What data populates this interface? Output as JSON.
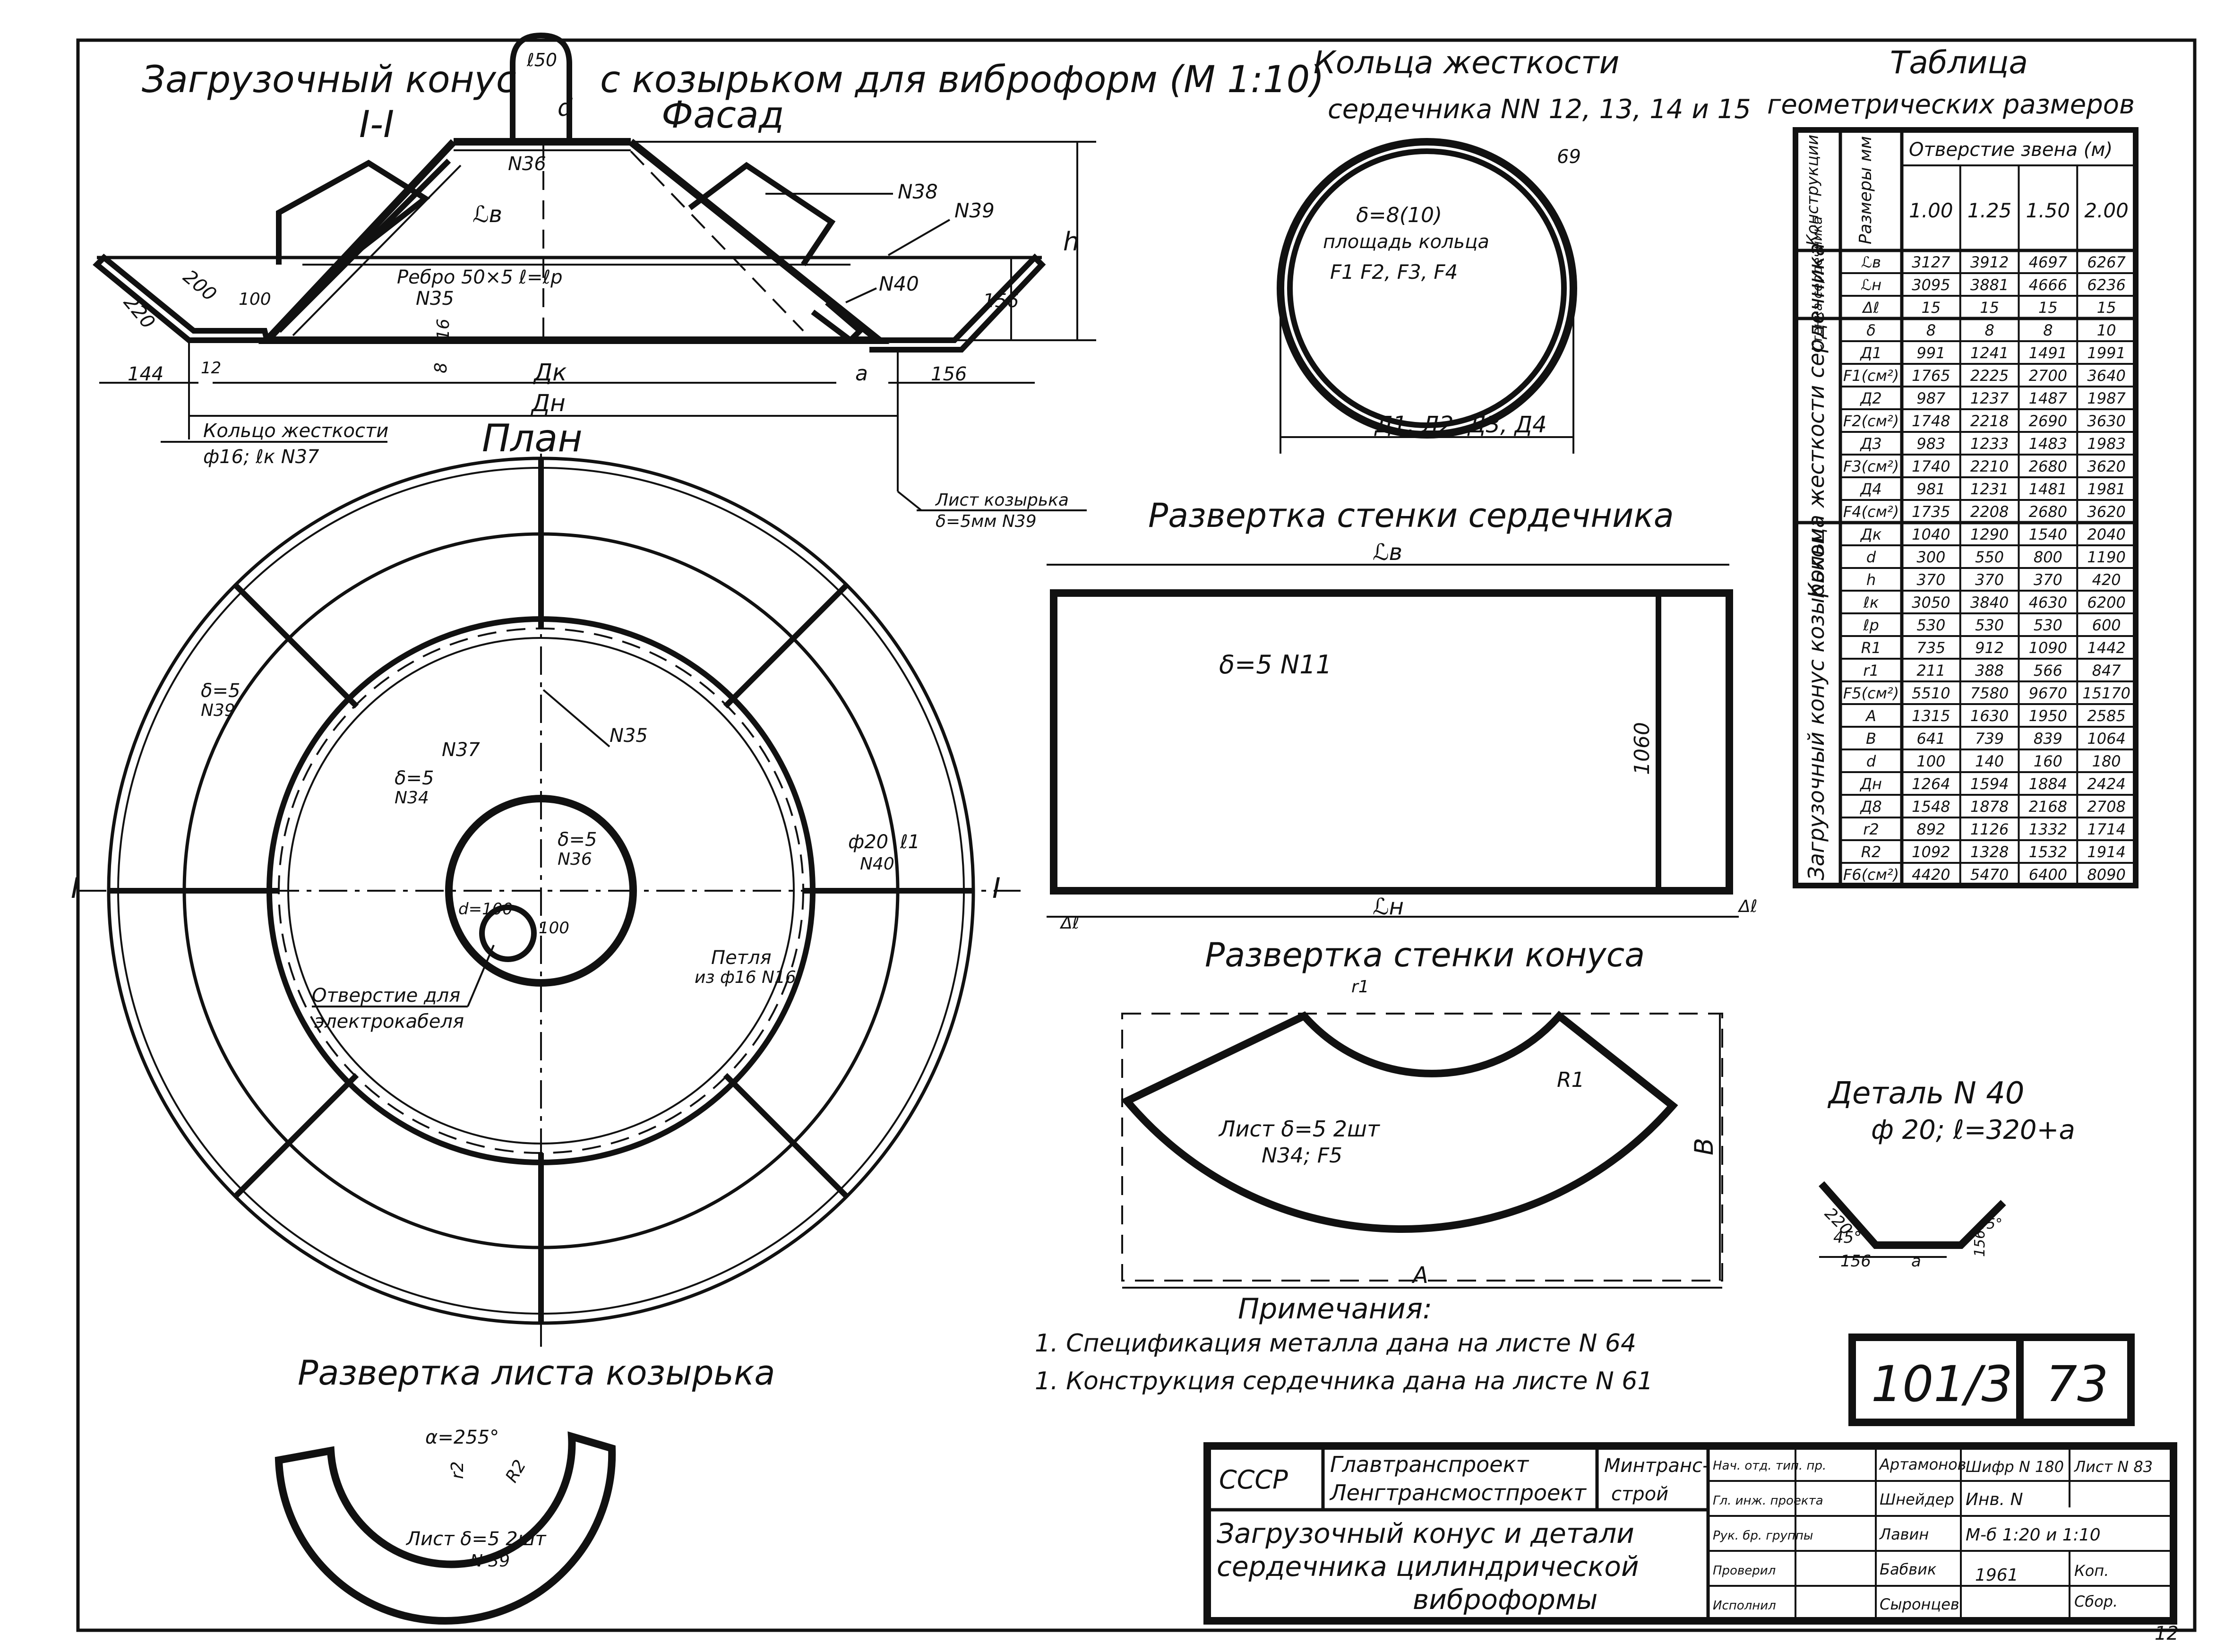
{
  "titles": {
    "cone_title": "Загрузочный конус",
    "section_label": "I-I",
    "cone_title_cont": "с козырьком для виброформ (М 1:10)",
    "facade": "Фасад",
    "rings_title_l1": "Кольца жесткости",
    "rings_title_l2": "сердечника NN 12, 13, 14 и 15",
    "table_title_l1": "Таблица",
    "table_title_l2": "геометрических размеров",
    "plan": "План",
    "core_wall": "Развертка стенки сердечника",
    "cone_wall": "Развертка стенки конуса",
    "visor_sheet": "Развертка листа козырька",
    "detail40_l1": "Деталь N 40",
    "detail40_l2": "ф 20;  ℓ=320+а"
  },
  "section_labels": {
    "d50": "ℓ50",
    "d": "d",
    "n36": "N36",
    "n38": "N38",
    "n39": "N39",
    "n40": "N40",
    "lv": "ℒв",
    "h": "h",
    "rib": "Ребро 50×5 ℓ=ℓр",
    "n35": "N35",
    "d200": "200",
    "d220": "220",
    "d100": "100",
    "d144": "144",
    "d12": "12",
    "da": "а",
    "d156": "156",
    "d156b": "156",
    "d8": "8",
    "d16": "16",
    "dk": "Дк",
    "dn": "Дн",
    "ring": "Кольцо жесткости",
    "ring2": "ф16;  ℓк        N37",
    "visor_sheet_lbl1": "Лист козырька",
    "visor_sheet_lbl2": "δ=5мм  N39"
  },
  "rings_labels": {
    "r69": "69",
    "delta": "δ=8(10)",
    "area1": "площадь кольца",
    "area2": "F1  F2,  F3,  F4",
    "dia": "Д1, Д2, Д3, Д4"
  },
  "plan_labels": {
    "n39": "δ=5",
    "n39b": "N39",
    "n37": "N37",
    "n35": "N35",
    "n34a": "δ=5",
    "n34b": "N34",
    "n36a": "δ=5",
    "n36b": "N36",
    "d100": "d=100",
    "d100b": "100",
    "phi20": "ф20",
    "l1": "ℓ1",
    "n40": "N40",
    "loop1": "Петля",
    "loop2": "из ф16 N16",
    "hole1": "Отверстие для",
    "hole2": "электрокабеля",
    "sec_l": "I",
    "sec_r": "I"
  },
  "core_wall_labels": {
    "lv": "ℒв",
    "sheet": "δ=5   N11",
    "h1060": "1060",
    "ln": "ℒн",
    "dl_l": "Δℓ",
    "dl_r": "Δℓ"
  },
  "cone_wall_labels": {
    "r1_top": "r1",
    "R1": "R1",
    "sheet1": "Лист δ=5    2шт",
    "sheet2": "N34;   F5",
    "B": "B",
    "A": "A"
  },
  "visor_labels": {
    "alpha": "α=255°",
    "r2": "r2",
    "R2": "R2",
    "sheet1": "Лист δ=5  2шт",
    "sheet2": "N 39"
  },
  "detail40_labels": {
    "d220": "220",
    "a45": "45°",
    "d156": "156",
    "da": "а",
    "a45b": "45°",
    "d156b": "156"
  },
  "notes": {
    "title": "Примечания:",
    "n1": "1. Спецификация металла  дана на  листе N 64",
    "n2": "1. Конструкция сердечника дана на листе N 61"
  },
  "sheet_ref": {
    "code": "101/3",
    "sheet": "73"
  },
  "table": {
    "col_construction": "Конструкции",
    "col_dims": "Размеры мм",
    "col_group": "Отверстие звена (м)",
    "col_heads": [
      "1.00",
      "1.25",
      "1.50",
      "2.00"
    ],
    "groups": [
      {
        "name": "Стенка сердечника",
        "rows": [
          {
            "label": "ℒв",
            "values": [
              "3127",
              "3912",
              "4697",
              "6267"
            ]
          },
          {
            "label": "ℒн",
            "values": [
              "3095",
              "3881",
              "4666",
              "6236"
            ]
          },
          {
            "label": "Δℓ",
            "values": [
              "15",
              "15",
              "15",
              "15"
            ]
          }
        ]
      },
      {
        "name": "Кольца жесткости сердечника",
        "rows": [
          {
            "label": "δ",
            "values": [
              "8",
              "8",
              "8",
              "10"
            ]
          },
          {
            "label": "Д1",
            "values": [
              "991",
              "1241",
              "1491",
              "1991"
            ]
          },
          {
            "label": "F1(см²)",
            "values": [
              "1765",
              "2225",
              "2700",
              "3640"
            ]
          },
          {
            "label": "Д2",
            "values": [
              "987",
              "1237",
              "1487",
              "1987"
            ]
          },
          {
            "label": "F2(см²)",
            "values": [
              "1748",
              "2218",
              "2690",
              "3630"
            ]
          },
          {
            "label": "Д3",
            "values": [
              "983",
              "1233",
              "1483",
              "1983"
            ]
          },
          {
            "label": "F3(см²)",
            "values": [
              "1740",
              "2210",
              "2680",
              "3620"
            ]
          },
          {
            "label": "Д4",
            "values": [
              "981",
              "1231",
              "1481",
              "1981"
            ]
          },
          {
            "label": "F4(см²)",
            "values": [
              "1735",
              "2208",
              "2680",
              "3620"
            ]
          }
        ]
      },
      {
        "name": "Загрузочный конус козырьком",
        "rows": [
          {
            "label": "Дк",
            "values": [
              "1040",
              "1290",
              "1540",
              "2040"
            ]
          },
          {
            "label": "d",
            "values": [
              "300",
              "550",
              "800",
              "1190"
            ]
          },
          {
            "label": "h",
            "values": [
              "370",
              "370",
              "370",
              "420"
            ]
          },
          {
            "label": "ℓк",
            "values": [
              "3050",
              "3840",
              "4630",
              "6200"
            ]
          },
          {
            "label": "ℓр",
            "values": [
              "530",
              "530",
              "530",
              "600"
            ]
          },
          {
            "label": "R1",
            "values": [
              "735",
              "912",
              "1090",
              "1442"
            ]
          },
          {
            "label": "r1",
            "values": [
              "211",
              "388",
              "566",
              "847"
            ]
          },
          {
            "label": "F5(см²)",
            "values": [
              "5510",
              "7580",
              "9670",
              "15170"
            ]
          },
          {
            "label": "A",
            "values": [
              "1315",
              "1630",
              "1950",
              "2585"
            ]
          },
          {
            "label": "B",
            "values": [
              "641",
              "739",
              "839",
              "1064"
            ]
          },
          {
            "label": "d",
            "values": [
              "100",
              "140",
              "160",
              "180"
            ]
          },
          {
            "label": "Дн",
            "values": [
              "1264",
              "1594",
              "1884",
              "2424"
            ]
          },
          {
            "label": "Д8",
            "values": [
              "1548",
              "1878",
              "2168",
              "2708"
            ]
          },
          {
            "label": "r2",
            "values": [
              "892",
              "1126",
              "1332",
              "1714"
            ]
          },
          {
            "label": "R2",
            "values": [
              "1092",
              "1328",
              "1532",
              "1914"
            ]
          },
          {
            "label": "F6(см²)",
            "values": [
              "4420",
              "5470",
              "6400",
              "8090"
            ]
          }
        ]
      }
    ]
  },
  "title_block": {
    "country": "СССР",
    "org1": "Главтранспроект",
    "org2": "Ленгтрансмостпроект",
    "ministry1": "Минтранс-",
    "ministry2": "строй",
    "roles": [
      "Нач. отд. тип. пр.",
      "Гл. инж. проекта",
      "Рук. бр. группы",
      "Проверил",
      "Исполнил"
    ],
    "names": [
      "Артамонов",
      "Шнейдер",
      "Лавин",
      "Бабвик",
      "Сыронцев"
    ],
    "code_hdr": "Шифр N 180",
    "sheet_hdr": "Лист N 83",
    "inv": "Инв. N",
    "scale": "М-б  1:20 и 1:10",
    "year": "1961",
    "copy1": "Коп. ",
    "copy2": "Сбор. ",
    "title1": "Загрузочный конус и детали",
    "title2": "сердечника цилиндрической",
    "title3": "виброформы",
    "corner": "12"
  }
}
